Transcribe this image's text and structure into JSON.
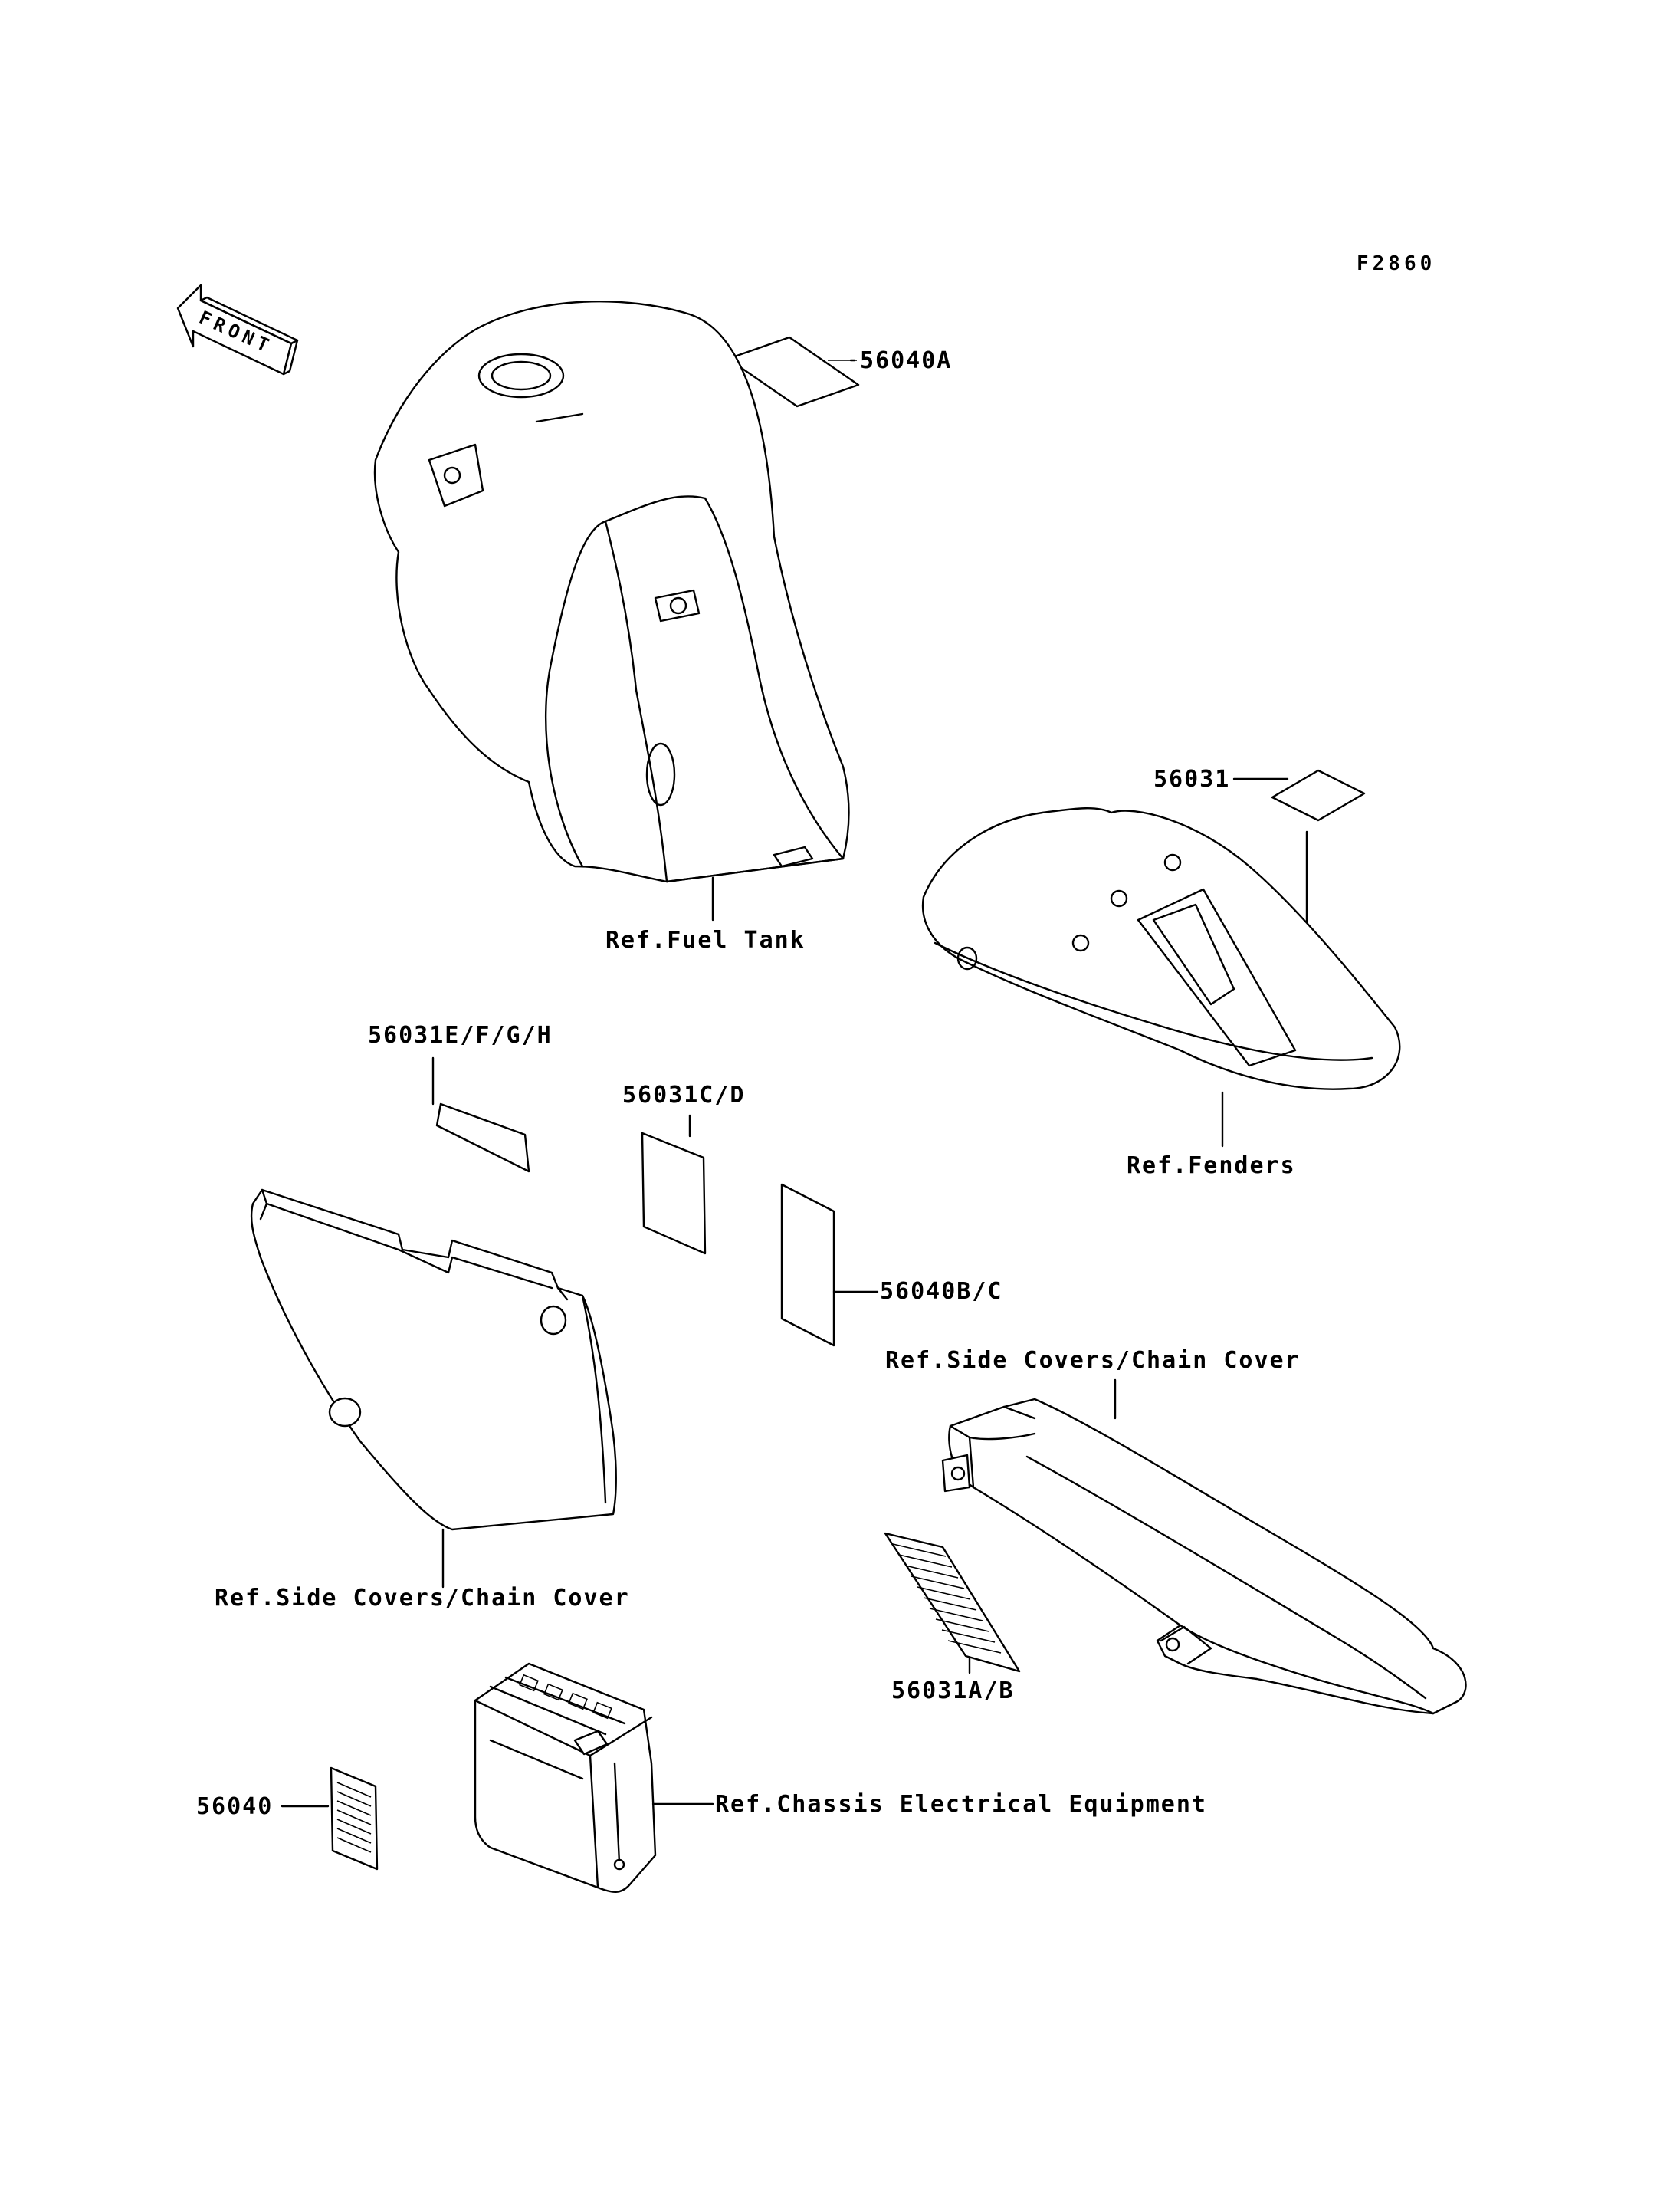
{
  "figure_code": "F2860",
  "front_arrow_text": "FRONT",
  "labels": {
    "fuel_tank_decal": "56040A",
    "fender_decal": "56031",
    "ref_fuel_tank": "Ref.Fuel Tank",
    "side_decal_efgh": "56031E/F/G/H",
    "side_decal_cd": "56031C/D",
    "ref_fenders": "Ref.Fenders",
    "decal_bc": "56040B/C",
    "ref_side_covers_right": "Ref.Side Covers/Chain Cover",
    "ref_side_covers_left": "Ref.Side Covers/Chain Cover",
    "chain_decal_ab": "56031A/B",
    "battery_decal": "56040",
    "ref_chassis_electrical": "Ref.Chassis Electrical Equipment"
  },
  "icons": {
    "front_arrow": "front-arrow-icon",
    "fuel_tank": "fuel-tank-icon",
    "rear_fender": "rear-fender-icon",
    "side_cover": "side-cover-icon",
    "chain_cover": "chain-cover-icon",
    "battery": "battery-icon"
  }
}
